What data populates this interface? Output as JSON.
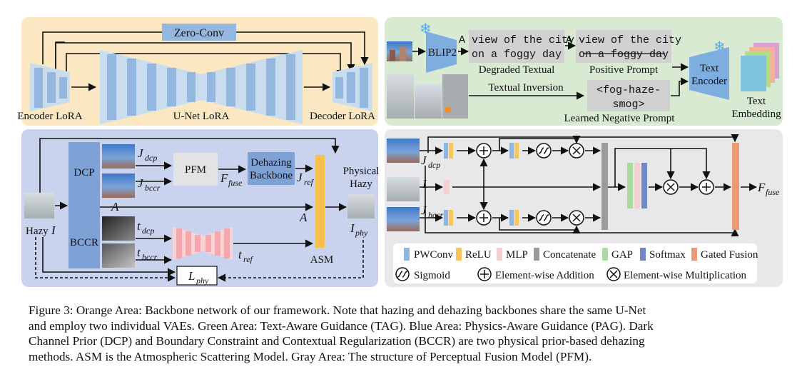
{
  "orange": {
    "zero_conv": "Zero-Conv",
    "encoder": "Encoder LoRA",
    "unet": "U-Net LoRA",
    "decoder": "Decoder LoRA"
  },
  "green": {
    "blip2": "BLIP2",
    "degraded_line1": "A view of the city",
    "degraded_line2": "on a foggy day",
    "degraded_label": "Degraded Textual",
    "positive_line1": "A view of the city",
    "positive_line2": "on a foggy day",
    "positive_label": "Positive Prompt",
    "textual_inversion": "Textual Inversion",
    "neg_line1": "<fog-haze-",
    "neg_line2": "smog>",
    "neg_label": "Learned Negative Prompt",
    "text_encoder_1": "Text",
    "text_encoder_2": "Encoder",
    "text_embed_1": "Text",
    "text_embed_2": "Embedding"
  },
  "blue": {
    "dcp": "DCP",
    "bccr": "BCCR",
    "j_dcp": "J",
    "j_dcp_sub": "dcp",
    "j_bccr": "J",
    "j_bccr_sub": "bccr",
    "a_left": "A",
    "pfm": "PFM",
    "f_fuse": "F",
    "f_fuse_sub": "fuse",
    "dehaze_1": "Dehazing",
    "dehaze_2": "Backbone",
    "j_ref": "J",
    "j_ref_sub": "ref",
    "a_mid": "A",
    "asm": "ASM",
    "physical_1": "Physical",
    "physical_2": "Hazy",
    "i_phy": "I",
    "i_phy_sub": "phy",
    "hazy": "Hazy",
    "hazy_i": "I",
    "t_dcp": "t",
    "t_dcp_sub": "dcp",
    "t_bccr": "t",
    "t_bccr_sub": "bccr",
    "t_ref": "t",
    "t_ref_sub": "ref",
    "l_phy": "L",
    "l_phy_sub": "phy"
  },
  "gray": {
    "j_dcp": "J",
    "j_dcp_sub": "dcp",
    "i": "I",
    "j_bccr": "J",
    "j_bccr_sub": "bccr",
    "f_fuse": "F",
    "f_fuse_sub": "fuse",
    "legend": {
      "pwconv": "PWConv",
      "relu": "ReLU",
      "mlp": "MLP",
      "concatenate": "Concatenate",
      "gap": "GAP",
      "softmax": "Softmax",
      "gated_fusion": "Gated Fusion",
      "sigmoid": "Sigmoid",
      "add": "Element-wise Addition",
      "mult": "Element-wise Multiplication"
    }
  },
  "caption": {
    "line1": "Figure 3: Orange Area: Backbone network of our framework. Note that hazing and dehazing backbones share the same U-Net",
    "line2": "and employ two individual VAEs. Green Area: Text-Aware Guidance (TAG). Blue Area: Physics-Aware Guidance (PAG). Dark",
    "line3": "Channel Prior (DCP) and Boundary Constraint and Contextual Regularization (BCCR) are two physical prior-based dehazing",
    "line4": "methods. ASM is the Atmospheric Scattering Model. Gray Area: The structure of Perceptual Fusion Model (PFM)."
  },
  "colors": {
    "orange_panel": "#fbe7c2",
    "green_panel": "#d9ead3",
    "blue_panel": "#c9d3ee",
    "gray_panel": "#e8e8ea",
    "unet_blue": "#93b7df",
    "pwconv": "#8fb5df",
    "relu": "#f6c65b",
    "mlp": "#f6cfd3",
    "concatenate": "#9b9b9b",
    "gap": "#a9d99b",
    "softmax": "#6e88c8",
    "gated_fusion": "#ea9a74",
    "asm_bar": "#f6c24d",
    "tref_pink": "#f4a8ad"
  }
}
